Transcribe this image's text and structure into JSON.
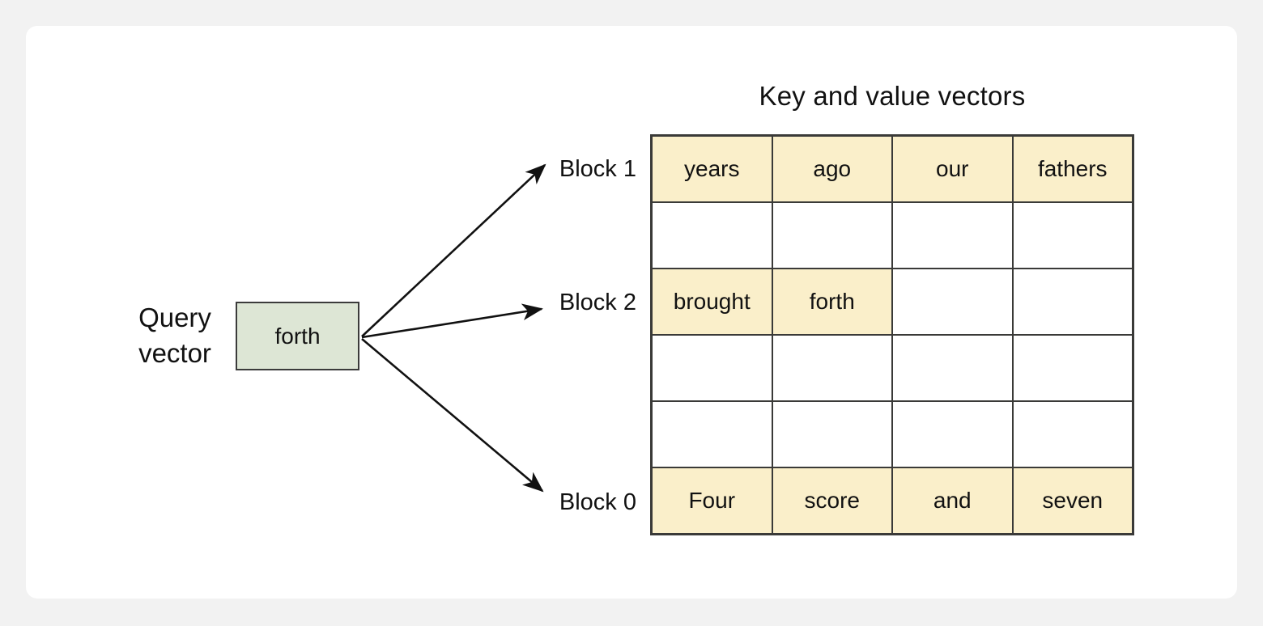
{
  "page": {
    "background_color": "#f2f2f2",
    "card_color": "#ffffff"
  },
  "diagram": {
    "type": "attention-block-lookup",
    "title": "Key and value vectors",
    "query": {
      "label": "Query\nvector",
      "label_line1": "Query",
      "label_line2": "vector",
      "token": "forth",
      "box_color": "#dde6d5",
      "border_color": "#3b3b3b"
    },
    "block_labels": [
      {
        "id": "block-1",
        "text": "Block 1",
        "row_index": 0
      },
      {
        "id": "block-2",
        "text": "Block 2",
        "row_index": 2
      },
      {
        "id": "block-0",
        "text": "Block 0",
        "row_index": 5
      }
    ],
    "arrows": [
      {
        "id": "arrow-to-block-1",
        "from": "query-box",
        "to": "block-1"
      },
      {
        "id": "arrow-to-block-2",
        "from": "query-box",
        "to": "block-2"
      },
      {
        "id": "arrow-to-block-0",
        "from": "query-box",
        "to": "block-0"
      }
    ],
    "matrix": {
      "rows": 6,
      "cols": 4,
      "filled_color": "#faefca",
      "empty_color": "#ffffff",
      "border_color": "#3a3a38",
      "cells": [
        [
          {
            "text": "years",
            "filled": true
          },
          {
            "text": "ago",
            "filled": true
          },
          {
            "text": "our",
            "filled": true
          },
          {
            "text": "fathers",
            "filled": true
          }
        ],
        [
          {
            "text": "",
            "filled": false
          },
          {
            "text": "",
            "filled": false
          },
          {
            "text": "",
            "filled": false
          },
          {
            "text": "",
            "filled": false
          }
        ],
        [
          {
            "text": "brought",
            "filled": true
          },
          {
            "text": "forth",
            "filled": true
          },
          {
            "text": "",
            "filled": false
          },
          {
            "text": "",
            "filled": false
          }
        ],
        [
          {
            "text": "",
            "filled": false
          },
          {
            "text": "",
            "filled": false
          },
          {
            "text": "",
            "filled": false
          },
          {
            "text": "",
            "filled": false
          }
        ],
        [
          {
            "text": "",
            "filled": false
          },
          {
            "text": "",
            "filled": false
          },
          {
            "text": "",
            "filled": false
          },
          {
            "text": "",
            "filled": false
          }
        ],
        [
          {
            "text": "Four",
            "filled": true
          },
          {
            "text": "score",
            "filled": true
          },
          {
            "text": "and",
            "filled": true
          },
          {
            "text": "seven",
            "filled": true
          }
        ]
      ]
    }
  }
}
